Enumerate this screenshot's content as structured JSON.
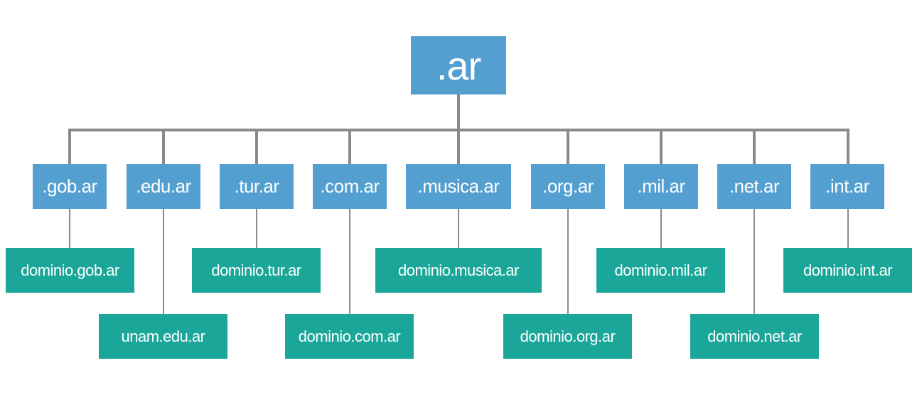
{
  "root": {
    "label": ".ar"
  },
  "subdomains": [
    {
      "label": ".gob.ar",
      "child": "dominio.gob.ar"
    },
    {
      "label": ".edu.ar",
      "child": "unam.edu.ar"
    },
    {
      "label": ".tur.ar",
      "child": "dominio.tur.ar"
    },
    {
      "label": ".com.ar",
      "child": "dominio.com.ar"
    },
    {
      "label": ".musica.ar",
      "child": "dominio.musica.ar"
    },
    {
      "label": ".org.ar",
      "child": "dominio.org.ar"
    },
    {
      "label": ".mil.ar",
      "child": "dominio.mil.ar"
    },
    {
      "label": ".net.ar",
      "child": "dominio.net.ar"
    },
    {
      "label": ".int.ar",
      "child": "dominio.int.ar"
    }
  ],
  "colors": {
    "domain_box": "#539fd0",
    "subdomain_box": "#1aa799",
    "connector": "#8a8a8a",
    "text": "#ffffff"
  }
}
